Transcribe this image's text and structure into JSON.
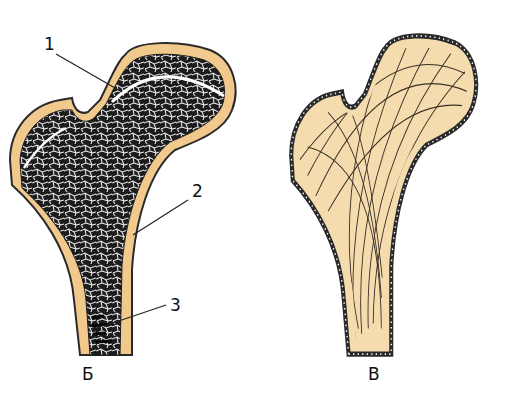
{
  "diagram": {
    "labels": [
      "1",
      "2",
      "3",
      "Б",
      "В"
    ]
  }
}
